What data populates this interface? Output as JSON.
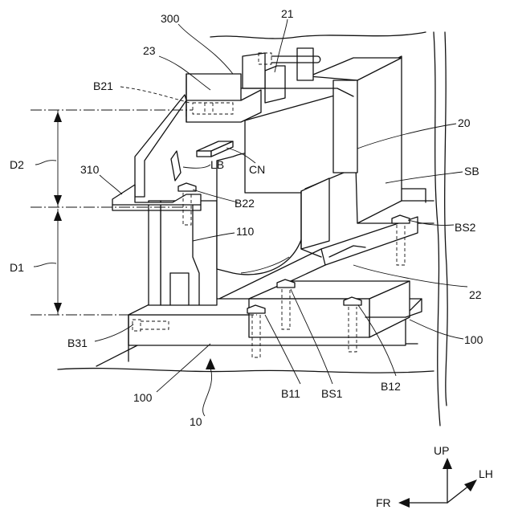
{
  "labels": {
    "l300": "300",
    "l21": "21",
    "l23": "23",
    "lB21": "B21",
    "l20": "20",
    "lD2": "D2",
    "l310": "310",
    "lLB": "LB",
    "lCN": "CN",
    "lSB": "SB",
    "lB22": "B22",
    "lBS2": "BS2",
    "l110": "110",
    "lD1": "D1",
    "l22": "22",
    "l100r": "100",
    "lB31": "B31",
    "l100b": "100",
    "lB11": "B11",
    "lBS1": "BS1",
    "lB12": "B12",
    "l10": "10"
  },
  "axes": {
    "up": "UP",
    "lh": "LH",
    "fr": "FR"
  }
}
